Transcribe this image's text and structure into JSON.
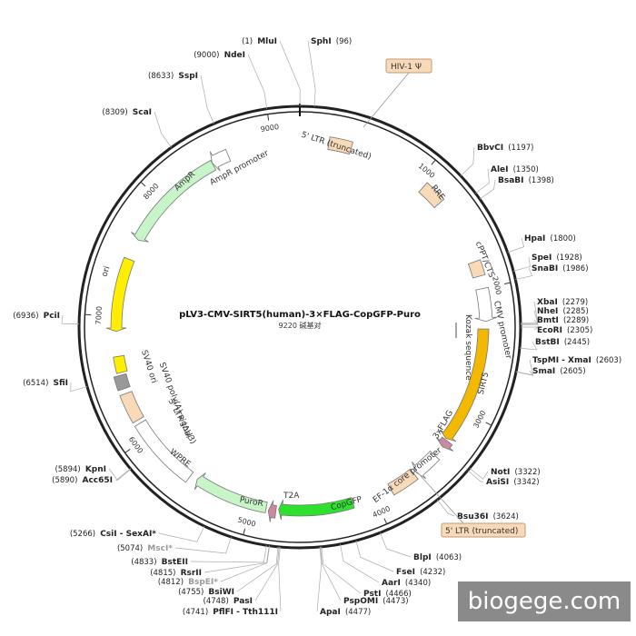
{
  "map": {
    "title": "pLV3-CMV-SIRT5(human)-3×FLAG-CopGFP-Puro",
    "subtitle": "9220 碱基对",
    "total_bp": 9220
  },
  "ticks": [
    {
      "bp": 1000,
      "label": "1000"
    },
    {
      "bp": 2000,
      "label": "2000"
    },
    {
      "bp": 3000,
      "label": "3000"
    },
    {
      "bp": 4000,
      "label": "4000"
    },
    {
      "bp": 5000,
      "label": "5000"
    },
    {
      "bp": 6000,
      "label": "6000"
    },
    {
      "bp": 7000,
      "label": "7000"
    },
    {
      "bp": 8000,
      "label": "8000"
    },
    {
      "bp": 9000,
      "label": "9000"
    }
  ],
  "features": [
    {
      "name": "5' LTR (truncated)",
      "start": 230,
      "end": 410,
      "color": "#f8d9b8",
      "dir": "none"
    },
    {
      "name": "RRE",
      "start": 1060,
      "end": 1240,
      "color": "#f8d9b8",
      "dir": "none"
    },
    {
      "name": "cPPT/CTS",
      "start": 1780,
      "end": 1900,
      "color": "#f8d9b8",
      "dir": "none"
    },
    {
      "name": "CMV promoter",
      "start": 2000,
      "end": 2260,
      "color": "#ffffff",
      "dir": "cw"
    },
    {
      "name": "SIRT5",
      "start": 2320,
      "end": 3260,
      "color": "#f3b800",
      "dir": "cw"
    },
    {
      "name": "3xFLAG",
      "start": 3270,
      "end": 3330,
      "color": "#c98aa0",
      "dir": "cw"
    },
    {
      "name": "EF-1α core promoter",
      "start": 3420,
      "end": 3620,
      "color": "#ffffff",
      "dir": "cw"
    },
    {
      "name": "",
      "start": 3640,
      "end": 3860,
      "color": "#f8d9b8",
      "dir": "none"
    },
    {
      "name": "CopGFP",
      "start": 4180,
      "end": 4780,
      "color": "#2fe12f",
      "dir": "cw"
    },
    {
      "name": "T2A",
      "start": 4800,
      "end": 4860,
      "color": "#c98aa0",
      "dir": "cw"
    },
    {
      "name": "PuroR",
      "start": 4880,
      "end": 5480,
      "color": "#c8f5c8",
      "dir": "cw"
    },
    {
      "name": "WPRE",
      "start": 5540,
      "end": 6120,
      "color": "#ffffff",
      "dir": "none"
    },
    {
      "name": "3' LTR (ΔU3)",
      "start": 6150,
      "end": 6380,
      "color": "#f8d9b8",
      "dir": "none"
    },
    {
      "name": "SV40 poly(A) signal",
      "start": 6420,
      "end": 6530,
      "color": "#999999",
      "dir": "none"
    },
    {
      "name": "SV40 ori",
      "start": 6550,
      "end": 6680,
      "color": "#ffee00",
      "dir": "none"
    },
    {
      "name": "ori",
      "start": 6880,
      "end": 7470,
      "color": "#ffee00",
      "dir": "ccw"
    },
    {
      "name": "AmpR",
      "start": 7640,
      "end": 8500,
      "color": "#c8f5c8",
      "dir": "ccw"
    },
    {
      "name": "AmpR promoter",
      "start": 8500,
      "end": 8640,
      "color": "#ffffff",
      "dir": "ccw"
    }
  ],
  "feature_labels": [
    {
      "name": "5' LTR (truncated)"
    },
    {
      "name": "RRE"
    },
    {
      "name": "cPPT/CTS"
    },
    {
      "name": "CMV promoter"
    },
    {
      "name": "SIRT5"
    },
    {
      "name": "3xFLAG"
    },
    {
      "name": "EF-1α core promoter"
    },
    {
      "name": "CopGFP"
    },
    {
      "name": "T2A"
    },
    {
      "name": "PuroR"
    },
    {
      "name": "WPRE"
    },
    {
      "name": "3' LTR (ΔU3)"
    },
    {
      "name": "SV40 poly(A) signal"
    },
    {
      "name": "SV40 ori"
    },
    {
      "name": "ori"
    },
    {
      "name": "AmpR"
    },
    {
      "name": "AmpR promoter"
    }
  ],
  "tags": [
    {
      "text": "HIV-1 Ψ"
    },
    {
      "text": "5' LTR (truncated)"
    }
  ],
  "kozak": {
    "text": "Kozak sequence"
  },
  "sites": [
    {
      "name": "MluI",
      "pos": "(1)",
      "bp": 1,
      "dim": false
    },
    {
      "name": "SphI",
      "pos": "(96)",
      "bp": 96,
      "dim": false
    },
    {
      "name": "BbvCI",
      "pos": "(1197)",
      "bp": 1197,
      "dim": false
    },
    {
      "name": "AleI",
      "pos": "(1350)",
      "bp": 1350,
      "dim": false
    },
    {
      "name": "BsaBI",
      "pos": "(1398)",
      "bp": 1398,
      "dim": false
    },
    {
      "name": "HpaI",
      "pos": "(1800)",
      "bp": 1800,
      "dim": false
    },
    {
      "name": "SpeI",
      "pos": "(1928)",
      "bp": 1928,
      "dim": false
    },
    {
      "name": "SnaBI",
      "pos": "(1986)",
      "bp": 1986,
      "dim": false
    },
    {
      "name": "XbaI",
      "pos": "(2279)",
      "bp": 2279,
      "dim": false
    },
    {
      "name": "NheI",
      "pos": "(2285)",
      "bp": 2285,
      "dim": false
    },
    {
      "name": "BmtI",
      "pos": "(2289)",
      "bp": 2289,
      "dim": false
    },
    {
      "name": "EcoRI",
      "pos": "(2305)",
      "bp": 2305,
      "dim": false
    },
    {
      "name": "BstBI",
      "pos": "(2445)",
      "bp": 2445,
      "dim": false
    },
    {
      "name": "TspMI - XmaI",
      "pos": "(2603)",
      "bp": 2603,
      "dim": false
    },
    {
      "name": "SmaI",
      "pos": "(2605)",
      "bp": 2605,
      "dim": false
    },
    {
      "name": "NotI",
      "pos": "(3322)",
      "bp": 3322,
      "dim": false
    },
    {
      "name": "AsiSI",
      "pos": "(3342)",
      "bp": 3342,
      "dim": false
    },
    {
      "name": "Bsu36I",
      "pos": "(3624)",
      "bp": 3624,
      "dim": false
    },
    {
      "name": "BlpI",
      "pos": "(4063)",
      "bp": 4063,
      "dim": false
    },
    {
      "name": "FseI",
      "pos": "(4232)",
      "bp": 4232,
      "dim": false
    },
    {
      "name": "AarI",
      "pos": "(4340)",
      "bp": 4340,
      "dim": false
    },
    {
      "name": "PstI",
      "pos": "(4466)",
      "bp": 4466,
      "dim": false
    },
    {
      "name": "PspOMI",
      "pos": "(4473)",
      "bp": 4473,
      "dim": false
    },
    {
      "name": "ApaI",
      "pos": "(4477)",
      "bp": 4477,
      "dim": false
    },
    {
      "name": "PflFI - Tth111I",
      "pos": "(4741)",
      "bp": 4741,
      "dim": false
    },
    {
      "name": "PasI",
      "pos": "(4748)",
      "bp": 4748,
      "dim": false
    },
    {
      "name": "BsiWI",
      "pos": "(4755)",
      "bp": 4755,
      "dim": false
    },
    {
      "name": "BspEI*",
      "pos": "(4812)",
      "bp": 4812,
      "dim": true
    },
    {
      "name": "RsrII",
      "pos": "(4815)",
      "bp": 4815,
      "dim": false
    },
    {
      "name": "BstEII",
      "pos": "(4833)",
      "bp": 4833,
      "dim": false
    },
    {
      "name": "MscI*",
      "pos": "(5074)",
      "bp": 5074,
      "dim": true
    },
    {
      "name": "CsiI - SexAI*",
      "pos": "(5266)",
      "bp": 5266,
      "dim": false
    },
    {
      "name": "Acc65I",
      "pos": "(5890)",
      "bp": 5890,
      "dim": false
    },
    {
      "name": "KpnI",
      "pos": "(5894)",
      "bp": 5894,
      "dim": false
    },
    {
      "name": "SfiI",
      "pos": "(6514)",
      "bp": 6514,
      "dim": false
    },
    {
      "name": "PciI",
      "pos": "(6936)",
      "bp": 6936,
      "dim": false
    },
    {
      "name": "ScaI",
      "pos": "(8309)",
      "bp": 8309,
      "dim": false
    },
    {
      "name": "SspI",
      "pos": "(8633)",
      "bp": 8633,
      "dim": false
    },
    {
      "name": "NdeI",
      "pos": "(9000)",
      "bp": 9000,
      "dim": false
    }
  ],
  "watermark": {
    "text": "biogege.com"
  }
}
